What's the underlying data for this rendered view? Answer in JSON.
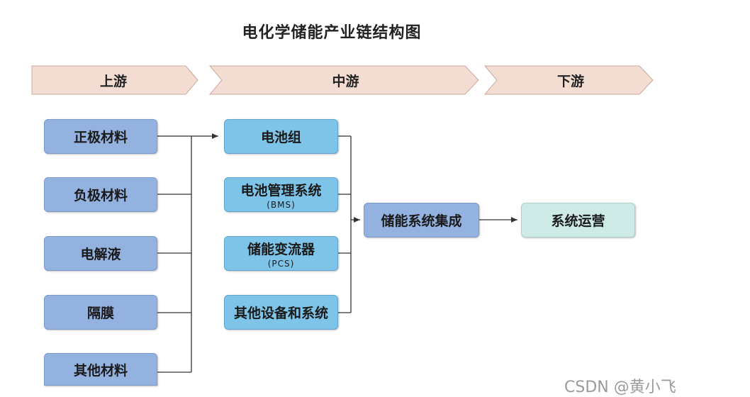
{
  "title": "电化学储能产业链结构图",
  "stages": [
    "上游",
    "中游",
    "下游"
  ],
  "upstream": [
    "正极材料",
    "负极材料",
    "电解液",
    "隔膜",
    "其他材料"
  ],
  "midstream": [
    {
      "label": "电池组",
      "sub": ""
    },
    {
      "label": "电池管理系统",
      "sub": "(BMS)"
    },
    {
      "label": "储能变流器",
      "sub": "(PCS)"
    },
    {
      "label": "其他设备和系统",
      "sub": ""
    }
  ],
  "integration": "储能系统集成",
  "operation": "系统运营",
  "watermark": "CSDN @黄小飞",
  "colors": {
    "stage_fill": "#f3ddd3",
    "stage_stroke": "#c9a99c",
    "upstream_fill": "#93b2e0",
    "midstream_fill": "#7ec4e8",
    "operation_fill": "#cdeae6",
    "line": "#333333"
  }
}
